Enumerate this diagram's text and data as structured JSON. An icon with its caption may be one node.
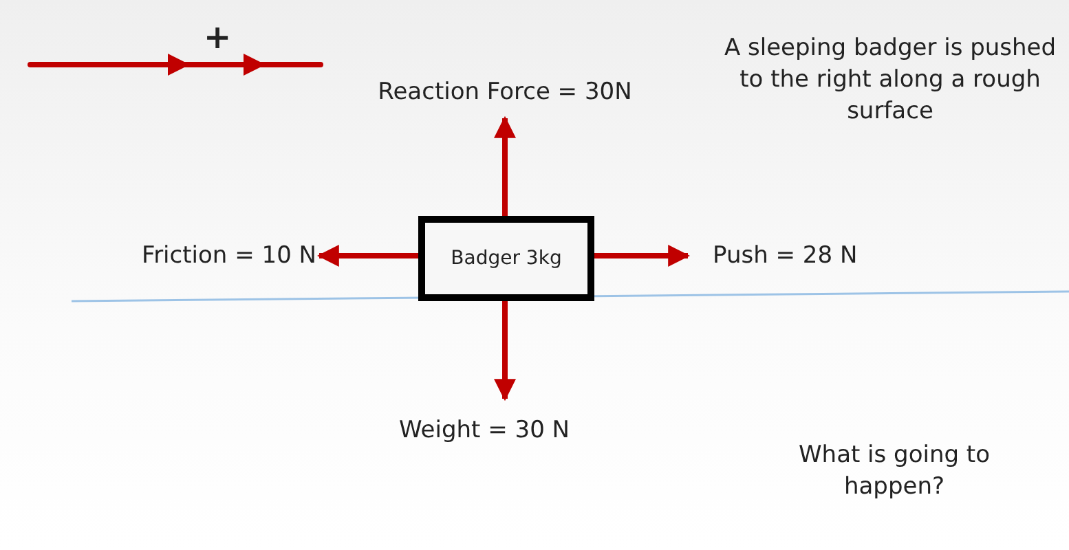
{
  "diagram": {
    "nodes": [
      {
        "text": [
          "Badger 3kg"
        ]
      }
    ],
    "labels": [
      "+",
      "A sleeping badger is pushed to the right along a rough surface",
      "Reaction Force = 30N",
      "Friction = 10 N",
      "Push = 28 N",
      "Weight = 30 N",
      "What is going to happen?"
    ]
  }
}
